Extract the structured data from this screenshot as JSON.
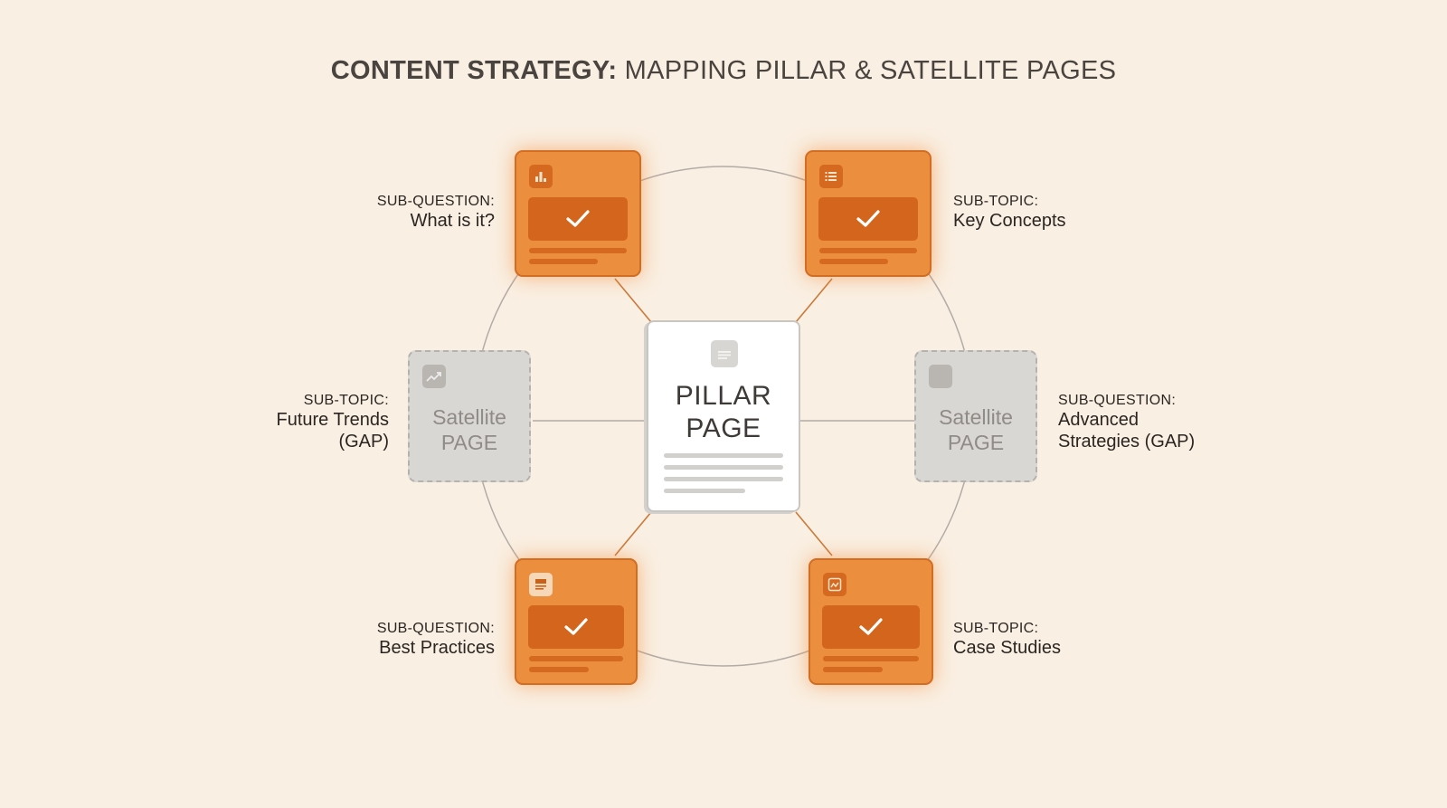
{
  "title": {
    "strong": "CONTENT STRATEGY:",
    "light": "MAPPING PILLAR & SATELLITE PAGES"
  },
  "pillar": {
    "line1": "PILLAR",
    "line2": "PAGE",
    "icon": "document-icon"
  },
  "nodes": [
    {
      "kind": "SUB-QUESTION:",
      "name": "What is it?",
      "icon": "bar-chart-icon",
      "status": "covered"
    },
    {
      "kind": "SUB-TOPIC:",
      "name": "Key Concepts",
      "icon": "list-icon",
      "status": "covered"
    },
    {
      "kind": "SUB-TOPIC:",
      "name_line1": "Future Trends",
      "name_line2": "(GAP)",
      "icon": "trend-up-icon",
      "status": "gap",
      "card_line1": "Satellite",
      "card_line2": "PAGE"
    },
    {
      "kind": "SUB-QUESTION:",
      "name_line1": "Advanced",
      "name_line2": "Strategies (GAP)",
      "icon": "blank-square-icon",
      "status": "gap",
      "card_line1": "Satellite",
      "card_line2": "PAGE"
    },
    {
      "kind": "SUB-QUESTION:",
      "name": "Best Practices",
      "icon": "article-icon",
      "status": "covered"
    },
    {
      "kind": "SUB-TOPIC:",
      "name": "Case Studies",
      "icon": "line-chart-icon",
      "status": "covered"
    }
  ],
  "colors": {
    "background": "#f9efe2",
    "covered": "#eb8e3e",
    "gap": "#d9d7d4",
    "connector": "#c97a3a",
    "ring": "#b3aca6"
  }
}
